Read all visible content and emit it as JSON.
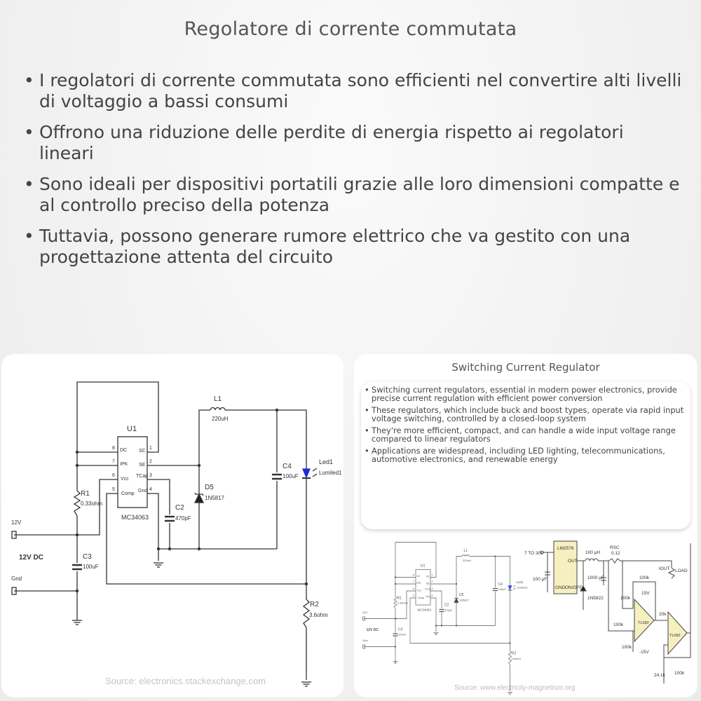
{
  "title": "Regolatore di corrente commutata",
  "bullets": [
    "I regolatori di corrente commutata sono efficienti nel convertire alti livelli di voltaggio a bassi consumi",
    "Offrono una riduzione delle perdite di energia rispetto ai regolatori lineari",
    "Sono ideali per dispositivi portatili grazie alle loro dimensioni compatte e al controllo preciso della potenza",
    "Tuttavia, possono generare rumore elettrico che va gestito con una progettazione attenta del circuito"
  ],
  "schematic": {
    "ic_ref": "U1",
    "ic_part": "MC34063",
    "pins_left": [
      {
        "num": "8",
        "name": "DC"
      },
      {
        "num": "7",
        "name": "IPK"
      },
      {
        "num": "6",
        "name": "Vcc"
      },
      {
        "num": "5",
        "name": "Comp"
      }
    ],
    "pins_right": [
      {
        "num": "1",
        "name": "SC"
      },
      {
        "num": "2",
        "name": "SE"
      },
      {
        "num": "3",
        "name": "TCap"
      },
      {
        "num": "4",
        "name": "Gnd"
      }
    ],
    "l1": {
      "ref": "L1",
      "value": "220uH"
    },
    "r1": {
      "ref": "R1",
      "value": "0.33ohm"
    },
    "r2": {
      "ref": "R2",
      "value": "3.6ohm"
    },
    "c2": {
      "ref": "C2",
      "value": "470pF"
    },
    "c3": {
      "ref": "C3",
      "value": "100uF"
    },
    "c4": {
      "ref": "C4",
      "value": "100uF"
    },
    "d5": {
      "ref": "D5",
      "value": "1N5817"
    },
    "led": {
      "ref": "Led1",
      "value": "Lumiled1"
    },
    "in_pos": "12V",
    "in_label": "12V DC",
    "in_gnd": "Gnd",
    "source": "Source: electronics.stackexchange.com",
    "led_color": "#1a2fd6"
  },
  "right_card": {
    "title": "Switching Current Regulator",
    "bullets": [
      "Switching current regulators, essential in modern power electronics, provide precise current regulation with efficient power conversion",
      "These regulators, which include buck and boost types, operate via rapid input voltage switching, controlled by a closed-loop system",
      "They're more efficient, compact, and can handle a wide input voltage range compared to linear regulators",
      "Applications are widespread, including LED lighting, telecommunications, automotive electronics, and renewable energy"
    ]
  },
  "lm_circuit": {
    "vin": "7 TO 30V",
    "ic": "LM2576",
    "out": "OUT",
    "gnd": "GND",
    "onoff": "ON/OFF",
    "l1": "100 µH",
    "rsc": "RSC",
    "rsc_val": "0.12",
    "c1": "100 µF",
    "c2": "1000 µF",
    "d1": "1N5822",
    "load": "LOAD",
    "iout": "IOUT",
    "r1": "100k",
    "r2": "100k",
    "r3": "100k",
    "r4": "100k",
    "r5": "20k",
    "r6": "24.1k",
    "r7": "100k",
    "opamp": "TL082",
    "vpos": "15V",
    "vneg": "-15V",
    "source": "Source: www.electricity-magnetism.org",
    "fill": "#f6f0c0"
  }
}
